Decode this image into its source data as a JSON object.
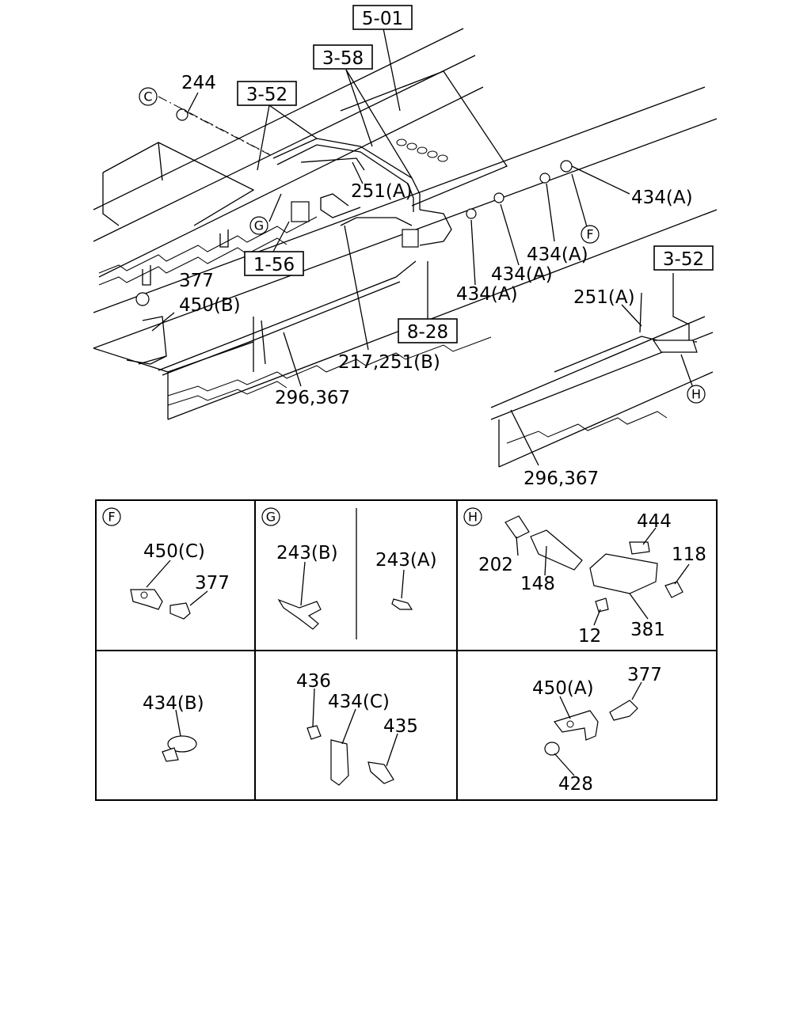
{
  "main_view": {
    "ref_boxes": {
      "b501": "5-01",
      "b358": "3-58",
      "b352a": "3-52",
      "b156": "1-56",
      "b828": "8-28",
      "b352b": "3-52"
    },
    "circle_refs": {
      "c": "C",
      "g": "G",
      "f": "F",
      "h": "H"
    },
    "labels": {
      "l244": "244",
      "l251a_1": "251(A)",
      "l434a_1": "434(A)",
      "l434a_2": "434(A)",
      "l434a_3": "434(A)",
      "l434a_4": "434(A)",
      "l377": "377",
      "l450b": "450(B)",
      "l217": "217,251(B)",
      "l296_1": "296,367",
      "l251a_2": "251(A)",
      "l296_2": "296,367"
    }
  },
  "detail_grid": {
    "f": {
      "circle": "F",
      "labels": {
        "l450c": "450(C)",
        "l377": "377"
      }
    },
    "g": {
      "circle": "G",
      "labels": {
        "l243b": "243(B)",
        "l243a": "243(A)"
      }
    },
    "h": {
      "circle": "H",
      "labels": {
        "l444": "444",
        "l202": "202",
        "l148": "148",
        "l118": "118",
        "l12": "12",
        "l381": "381"
      }
    },
    "b1": {
      "labels": {
        "l434b": "434(B)"
      }
    },
    "b2": {
      "labels": {
        "l436": "436",
        "l434c": "434(C)",
        "l435": "435"
      }
    },
    "b3": {
      "labels": {
        "l450a": "450(A)",
        "l377": "377",
        "l428": "428"
      }
    }
  }
}
